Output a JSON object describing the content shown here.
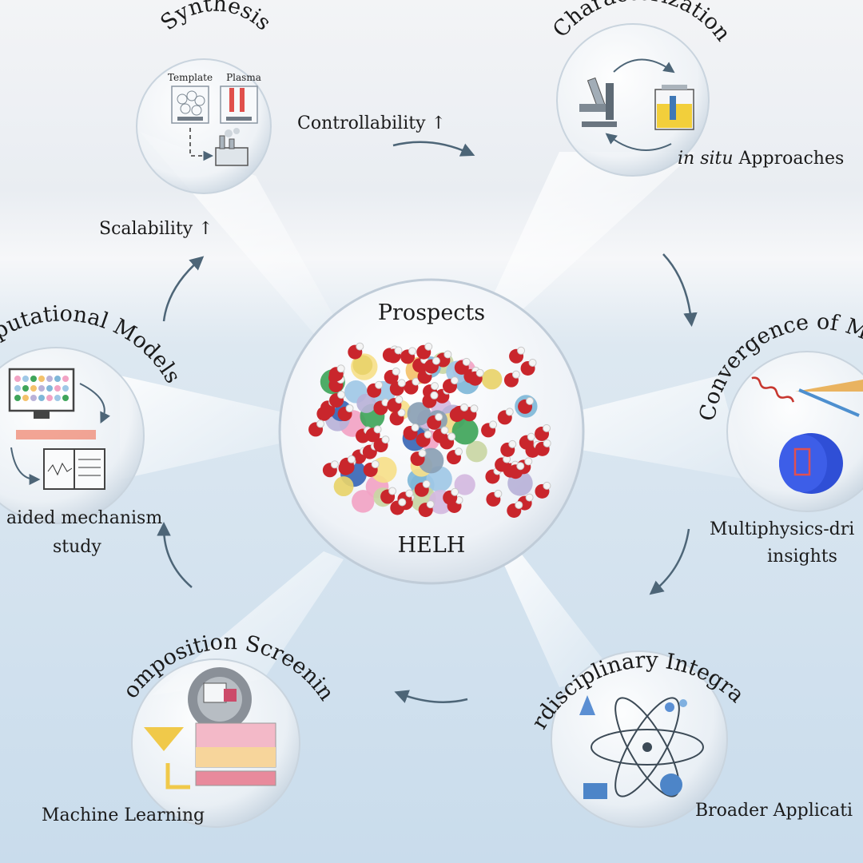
{
  "center": {
    "title": "Prospects",
    "label": "HELH"
  },
  "nodes": {
    "synthesis": {
      "title": "Synthesis",
      "sub_left": "Template",
      "sub_right": "Plasma"
    },
    "characterization": {
      "title": "Characterization",
      "caption_italic": "in situ",
      "caption_rest": " Approaches"
    },
    "convergence": {
      "title": "Convergence of Mu",
      "caption_line1": "Multiphysics-dri",
      "caption_line2": "insights"
    },
    "interdisciplinary": {
      "title": "Interdisciplinary Integration",
      "caption": "Broader Applicati"
    },
    "composition": {
      "title": "Composition Screening",
      "caption": "Machine Learning"
    },
    "computational": {
      "title": "putational Models",
      "caption_line1": "aided mechanism",
      "caption_line2": "study"
    }
  },
  "transitions": {
    "controllability": "Controllability ↑",
    "scalability": "Scalability ↑"
  },
  "colors": {
    "background_top": "#f4f5f7",
    "background_bottom": "#cfe0ee",
    "oxygen": "#c9262c",
    "hydrogen": "#f4f4f4",
    "arrow": "#4d6577"
  }
}
